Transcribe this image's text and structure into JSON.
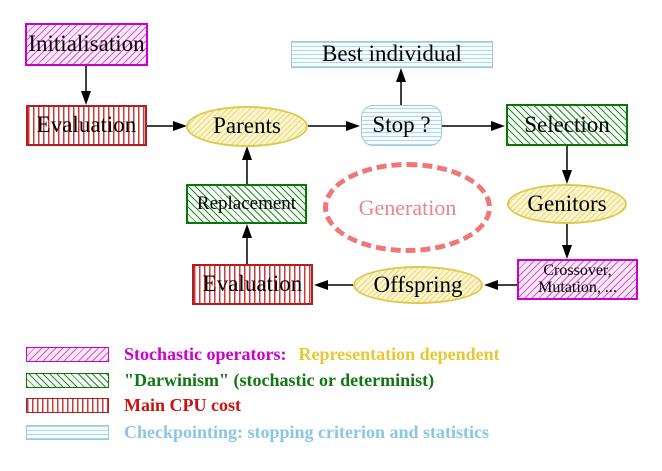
{
  "nodes": {
    "initialisation": "Initialisation",
    "evaluation_top": "Evaluation",
    "parents": "Parents",
    "best_individual": "Best individual",
    "stop": "Stop ?",
    "selection": "Selection",
    "replacement": "Replacement",
    "generation": "Generation",
    "genitors": "Genitors",
    "crossover_line1": "Crossover,",
    "crossover_line2": "Mutation, ...",
    "offspring": "Offspring",
    "evaluation_bottom": "Evaluation"
  },
  "legend": {
    "rows": [
      {
        "swatch": "magenta-diagonal-hatch",
        "text": "Stochastic operators:",
        "text2": "Representation dependent"
      },
      {
        "swatch": "green-diagonal-hatch",
        "text": "\"Darwinism\" (stochastic or determinist)"
      },
      {
        "swatch": "red-vertical-stripes",
        "text": "Main CPU cost"
      },
      {
        "swatch": "cyan-horizontal-stripes",
        "text": "Checkpointing: stopping criterion and statistics"
      }
    ]
  },
  "colors": {
    "magenta": "#cc00cc",
    "gold": "#e8c832",
    "dark_green": "#117711",
    "dark_red": "#cc1111",
    "light_blue": "#8cc6e6",
    "salmon": "#ee7878",
    "yellow_border": "#ddc94e",
    "arrow_black": "#000000"
  }
}
